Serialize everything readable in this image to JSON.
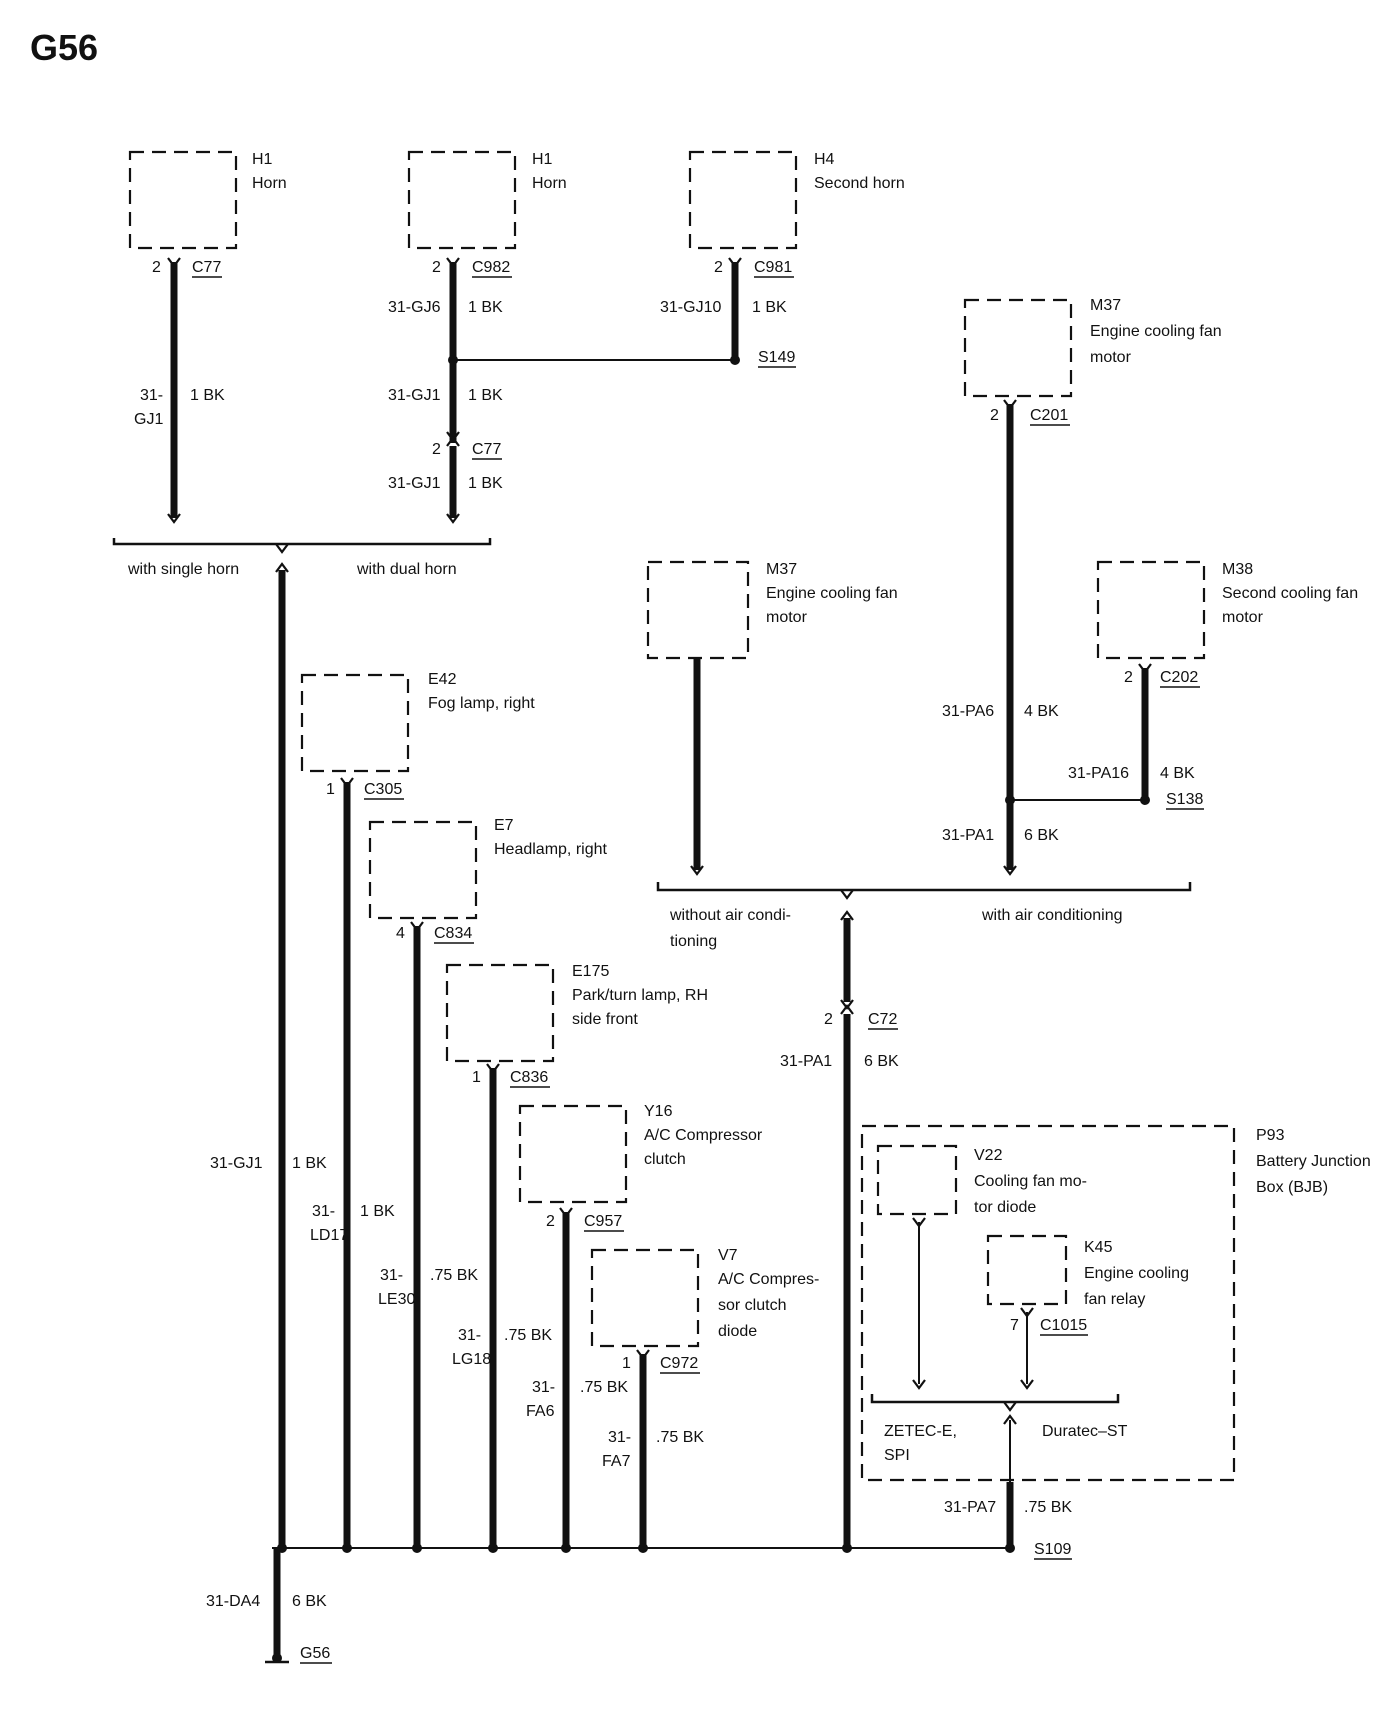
{
  "title": "G56",
  "components": {
    "h1_single": {
      "id": "H1",
      "name": "Horn"
    },
    "h1_dual": {
      "id": "H1",
      "name": "Horn"
    },
    "h4": {
      "id": "H4",
      "name": "Second horn"
    },
    "m37_ac": {
      "id": "M37",
      "name_line1": "Engine cooling fan",
      "name_line2": "motor"
    },
    "m37_noac": {
      "id": "M37",
      "name_line1": "Engine cooling fan",
      "name_line2": "motor"
    },
    "m38": {
      "id": "M38",
      "name_line1": "Second cooling fan",
      "name_line2": "motor"
    },
    "e42": {
      "id": "E42",
      "name": "Fog lamp, right"
    },
    "e7": {
      "id": "E7",
      "name": "Headlamp, right"
    },
    "e175": {
      "id": "E175",
      "name_line1": "Park/turn lamp, RH",
      "name_line2": "side front"
    },
    "y16": {
      "id": "Y16",
      "name_line1": "A/C Compressor",
      "name_line2": "clutch"
    },
    "v7": {
      "id": "V7",
      "name_line1": "A/C Compres-",
      "name_line2": "sor clutch",
      "name_line3": "diode"
    },
    "p93": {
      "id": "P93",
      "name_line1": "Battery Junction",
      "name_line2": "Box (BJB)"
    },
    "v22": {
      "id": "V22",
      "name_line1": "Cooling fan mo-",
      "name_line2": "tor diode"
    },
    "k45": {
      "id": "K45",
      "name_line1": "Engine cooling",
      "name_line2": "fan relay"
    }
  },
  "pins": {
    "h1_single": "2",
    "h1_dual": "2",
    "h4": "2",
    "c77_dual": "2",
    "m37_ac": "2",
    "m38": "2",
    "e42": "1",
    "e7": "4",
    "e175": "1",
    "y16": "2",
    "v7": "1",
    "c72": "2",
    "k45": "7"
  },
  "connectors": {
    "c77_single": "C77",
    "c982": "C982",
    "c981": "C981",
    "c77_dual": "C77",
    "c201": "C201",
    "c202": "C202",
    "c305": "C305",
    "c834": "C834",
    "c836": "C836",
    "c957": "C957",
    "c972": "C972",
    "c72": "C72",
    "c1015": "C1015"
  },
  "splices": {
    "s149": "S149",
    "s138": "S138",
    "s109": "S109"
  },
  "ground": "G56",
  "wires": {
    "single_horn": {
      "circuit_l1": "31-",
      "circuit_l2": "GJ1",
      "gauge": "1 BK"
    },
    "gj6": {
      "circuit": "31-GJ6",
      "gauge": "1 BK"
    },
    "gj10": {
      "circuit": "31-GJ10",
      "gauge": "1 BK"
    },
    "gj1_upper": {
      "circuit": "31-GJ1",
      "gauge": "1 BK"
    },
    "gj1_lower": {
      "circuit": "31-GJ1",
      "gauge": "1 BK"
    },
    "gj1_main": {
      "circuit": "31-GJ1",
      "gauge": "1 BK"
    },
    "ld17": {
      "circuit_l1": "31-",
      "circuit_l2": "LD17",
      "gauge": "1 BK"
    },
    "le30": {
      "circuit_l1": "31-",
      "circuit_l2": "LE30",
      "gauge": ".75 BK"
    },
    "lg18": {
      "circuit_l1": "31-",
      "circuit_l2": "LG18",
      "gauge": ".75 BK"
    },
    "fa6": {
      "circuit_l1": "31-",
      "circuit_l2": "FA6",
      "gauge": ".75 BK"
    },
    "fa7": {
      "circuit_l1": "31-",
      "circuit_l2": "FA7",
      "gauge": ".75 BK"
    },
    "pa6": {
      "circuit": "31-PA6",
      "gauge": "4 BK"
    },
    "pa16": {
      "circuit": "31-PA16",
      "gauge": "4 BK"
    },
    "pa1_upper": {
      "circuit": "31-PA1",
      "gauge": "6 BK"
    },
    "pa1_lower": {
      "circuit": "31-PA1",
      "gauge": "6 BK"
    },
    "pa7": {
      "circuit": "31-PA7",
      "gauge": ".75 BK"
    },
    "da4": {
      "circuit": "31-DA4",
      "gauge": "6 BK"
    }
  },
  "options": {
    "single_horn": "with single horn",
    "dual_horn": "with dual horn",
    "no_ac_l1": "without air condi-",
    "no_ac_l2": "tioning",
    "with_ac": "with air conditioning",
    "zetec_l1": "ZETEC-E,",
    "zetec_l2": "SPI",
    "duratec": "Duratec–ST"
  }
}
